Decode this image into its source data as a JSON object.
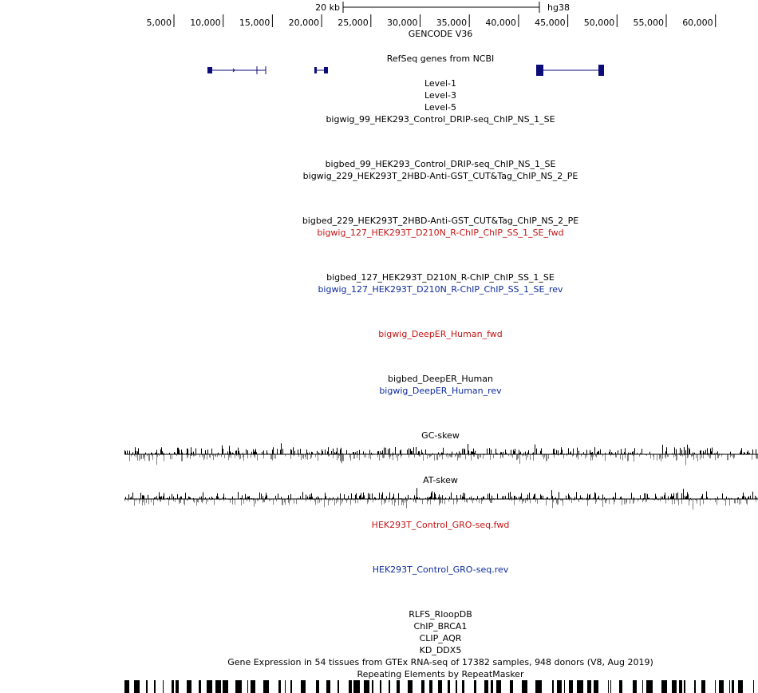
{
  "scale": {
    "label": "20 kb",
    "assembly": "hg38"
  },
  "ruler": {
    "ticks": [
      "5,000",
      "10,000",
      "15,000",
      "20,000",
      "25,000",
      "30,000",
      "35,000",
      "40,000",
      "45,000",
      "50,000",
      "55,000",
      "60,000"
    ]
  },
  "tracks": {
    "gencode": "GENCODE V36",
    "refseq": "RefSeq genes from NCBI",
    "level1": "Level-1",
    "level3": "Level-3",
    "level5": "Level-5",
    "bigwig99": "bigwig_99_HEK293_Control_DRIP-seq_ChIP_NS_1_SE",
    "bigbed99": "bigbed_99_HEK293_Control_DRIP-seq_ChIP_NS_1_SE",
    "bigwig229": "bigwig_229_HEK293T_2HBD-Anti-GST_CUT&Tag_ChIP_NS_2_PE",
    "bigbed229": "bigbed_229_HEK293T_2HBD-Anti-GST_CUT&Tag_ChIP_NS_2_PE",
    "bigwig127fwd": "bigwig_127_HEK293T_D210N_R-ChIP_ChIP_SS_1_SE_fwd",
    "bigbed127": "bigbed_127_HEK293T_D210N_R-ChIP_ChIP_SS_1_SE",
    "bigwig127rev": "bigwig_127_HEK293T_D210N_R-ChIP_ChIP_SS_1_SE_rev",
    "deeperfwd": "bigwig_DeepER_Human_fwd",
    "deeperbed": "bigbed_DeepER_Human",
    "deeperrev": "bigwig_DeepER_Human_rev",
    "gcskew": "GC-skew",
    "atskew": "AT-skew",
    "grofwd": "HEK293T_Control_GRO-seq.fwd",
    "grorev": "HEK293T_Control_GRO-seq.rev",
    "rlfs": "RLFS_RloopDB",
    "chipbrca1": "ChIP_BRCA1",
    "clipaqr": "CLIP_AQR",
    "kdddx5": "KD_DDX5",
    "gtex": "Gene Expression in 54 tissues from GTEx RNA-seq of 17382 samples, 948 donors (V8, Aug 2019)",
    "rmsk": "Repeating Elements by RepeatMasker"
  },
  "colors": {
    "red": "#c41414",
    "blue": "#0d2b9e",
    "gene": "#0c0c78",
    "wiggle_pos": "#000000",
    "wiggle_neg": "#808080"
  }
}
